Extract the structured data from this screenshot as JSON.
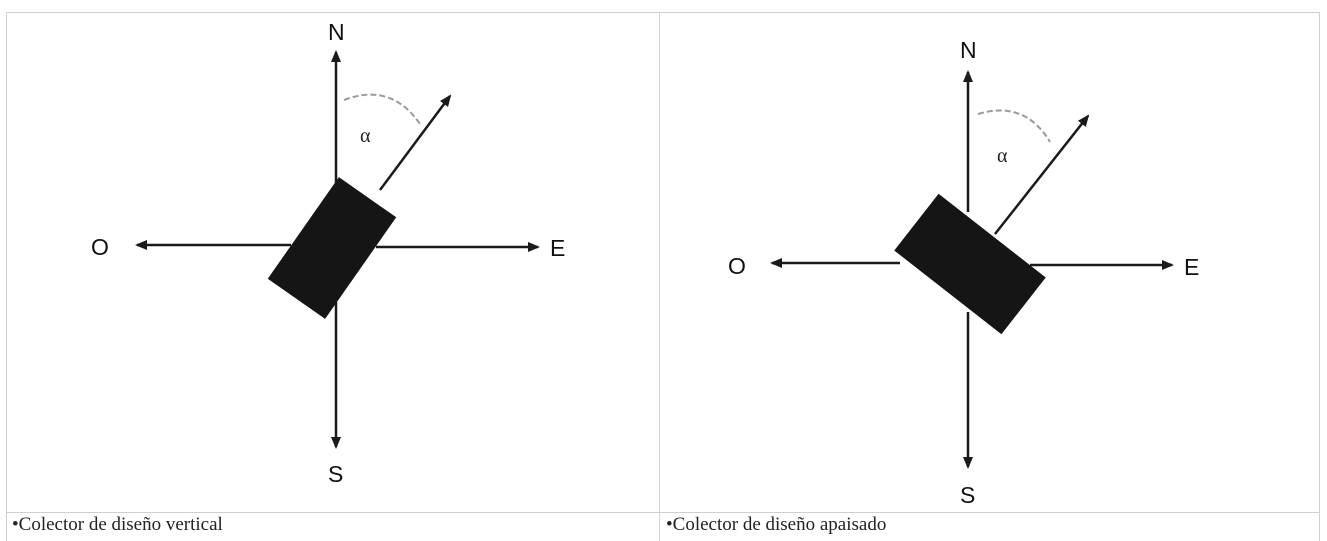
{
  "panels": [
    {
      "directions": {
        "north": "N",
        "south": "S",
        "east": "E",
        "west": "O"
      },
      "angle_label": "α",
      "caption": "•Colector de diseño vertical"
    },
    {
      "directions": {
        "north": "N",
        "south": "S",
        "east": "E",
        "west": "O"
      },
      "angle_label": "α",
      "caption": "•Colector de diseño apaisado"
    }
  ],
  "colors": {
    "line": "#1a1a1a",
    "collector": "#151515",
    "arc": "#9a9a9a"
  }
}
